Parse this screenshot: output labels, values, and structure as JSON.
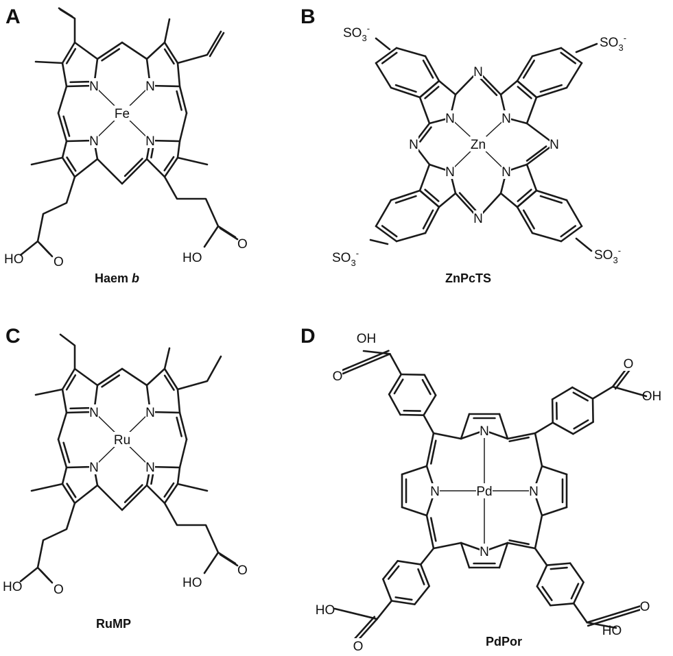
{
  "panels": [
    {
      "letter": "A",
      "name": "Haem",
      "name_suffix": "b",
      "metal": "Fe",
      "nitrogen": "N",
      "acid_left": "HO",
      "acid_right": "HO",
      "carbonyl": "O"
    },
    {
      "letter": "B",
      "name": "ZnPcTS",
      "metal": "Zn",
      "nitrogen": "N",
      "sulfonate": {
        "base": "SO",
        "subscript": "3",
        "charge": "-"
      }
    },
    {
      "letter": "C",
      "name": "RuMP",
      "metal": "Ru",
      "nitrogen": "N",
      "acid_left": "HO",
      "acid_right": "HO",
      "carbonyl": "O"
    },
    {
      "letter": "D",
      "name": "PdPor",
      "metal": "Pd",
      "nitrogen": "N",
      "acid_top_left": "OH",
      "acid_top_right": "OH",
      "acid_bottom_left": "HO",
      "acid_bottom_right": "HO",
      "carbonyl": "O"
    }
  ]
}
